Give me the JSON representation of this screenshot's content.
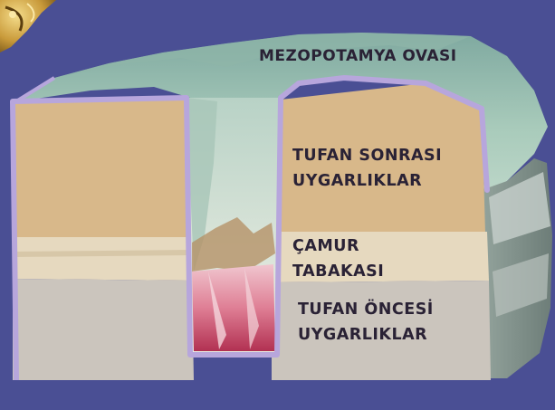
{
  "labels": {
    "plain": "MEZOPOTAMYA OVASI",
    "post_flood": [
      "TUFAN SONRASI",
      "UYGARLIKLAR"
    ],
    "mud_layer": [
      "ÇAMUR",
      "TABAKASI"
    ],
    "pre_flood": [
      "TUFAN ÖNCESİ",
      "UYGARLIKLAR"
    ]
  },
  "layers": [
    {
      "name": "post-flood-layer",
      "color": "#d8b88a"
    },
    {
      "name": "mud-layer",
      "color": "#e8dcc4"
    },
    {
      "name": "pre-flood-layer",
      "color": "#cbc5bd"
    }
  ],
  "colors": {
    "background": "#4a4f94",
    "outline": "#b7a6dc",
    "terrain": "#9fc7b6",
    "excavation_bottom": "#d8607a",
    "label_text": "#2a2235"
  },
  "icons": [
    "corner-ornament-icon"
  ]
}
